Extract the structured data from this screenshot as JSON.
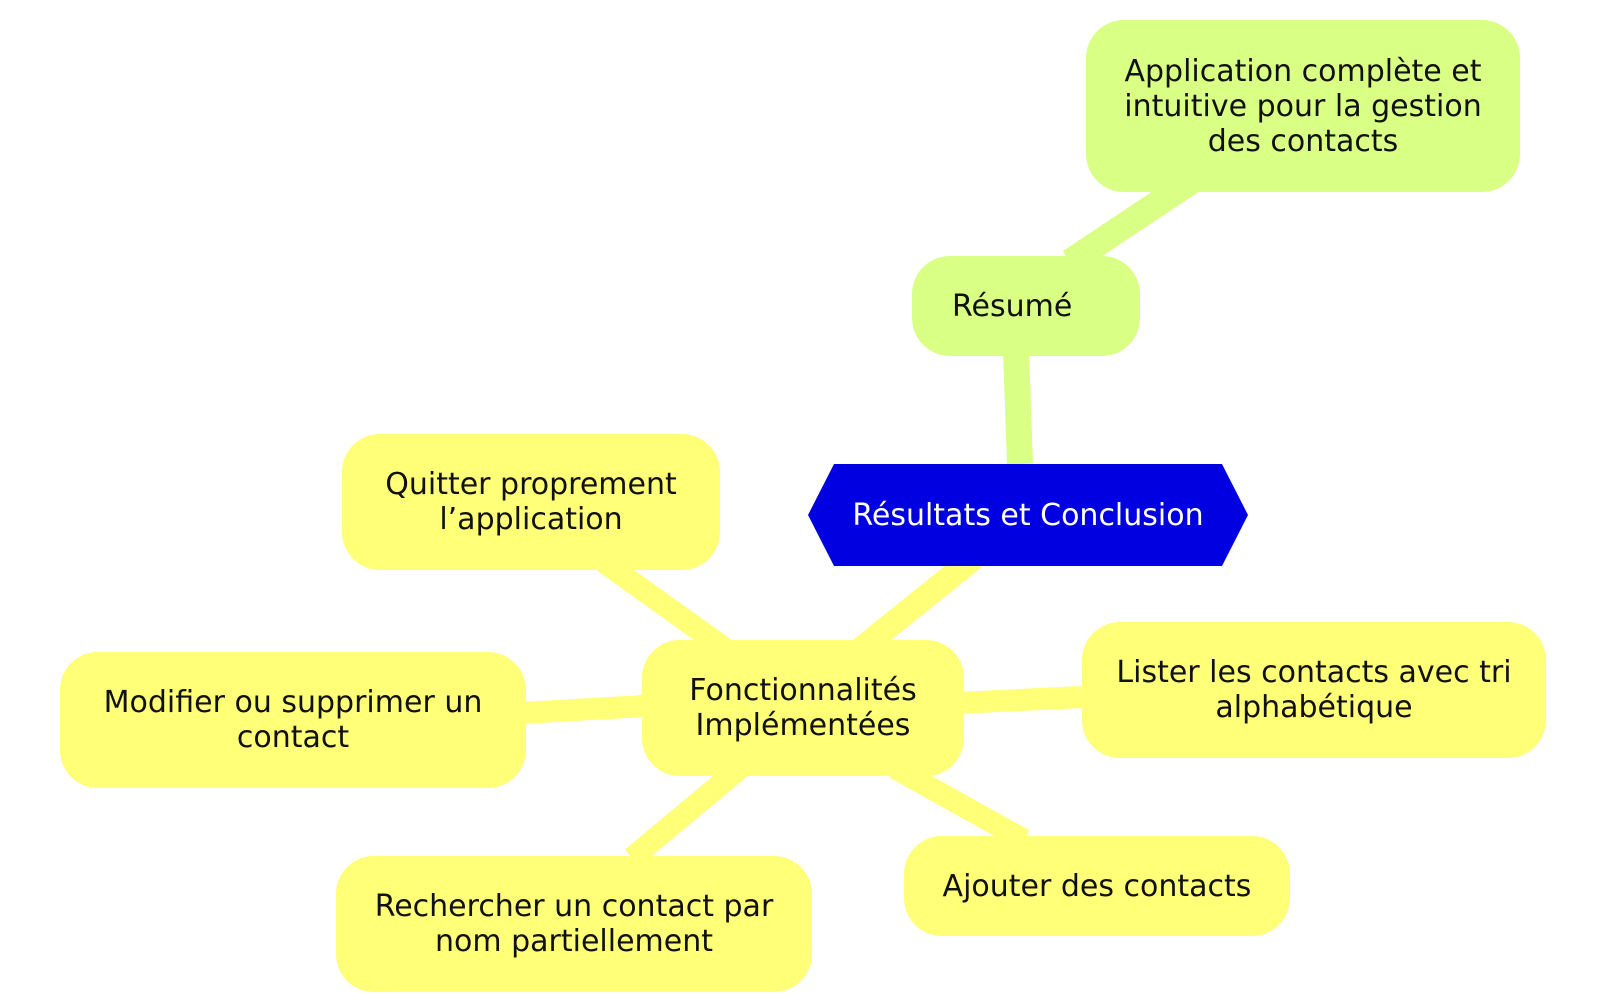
{
  "colors": {
    "root_fill": "#0000e0",
    "root_text": "#ffffff",
    "branch_yellow": "#ffff78",
    "branch_green": "#d9ff85",
    "edge_yellow": "#ffff78",
    "edge_green": "#d9ff85",
    "node_text": "#111111"
  },
  "root": {
    "label": "Résultats et Conclusion"
  },
  "resume": {
    "label": "Résumé",
    "detail": "Application complète et\nintuitive pour la gestion\ndes contacts"
  },
  "fonctionnalites": {
    "label": "Fonctionnalités\nImplémentées",
    "items": [
      {
        "label": "Quitter proprement\nl’application"
      },
      {
        "label": "Modifier ou supprimer un\ncontact"
      },
      {
        "label": "Rechercher un contact par\nnom partiellement"
      },
      {
        "label": "Ajouter des contacts"
      },
      {
        "label": "Lister les contacts avec tri\nalphabétique"
      }
    ]
  }
}
